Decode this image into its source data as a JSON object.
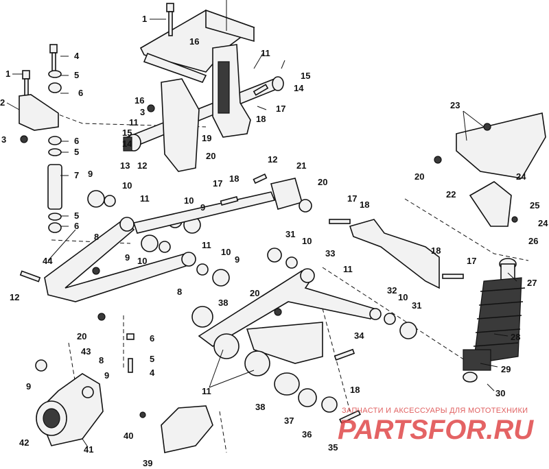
{
  "callouts": [
    "1",
    "2",
    "3",
    "4",
    "5",
    "6",
    "7",
    "8",
    "9",
    "10",
    "11",
    "12",
    "13",
    "14",
    "15",
    "16",
    "17",
    "18",
    "19",
    "20",
    "21",
    "22",
    "23",
    "24",
    "25",
    "26",
    "27",
    "28",
    "29",
    "30",
    "31",
    "32",
    "33",
    "34",
    "35",
    "36",
    "37",
    "38",
    "39",
    "40",
    "41",
    "42",
    "43",
    "44"
  ],
  "watermark": {
    "caption": "ЗАПЧАСТИ И АКСЕССУАРЫ ДЛЯ МОТОТЕХНИКИ",
    "logo_text": "PARTSFOR.RU"
  }
}
